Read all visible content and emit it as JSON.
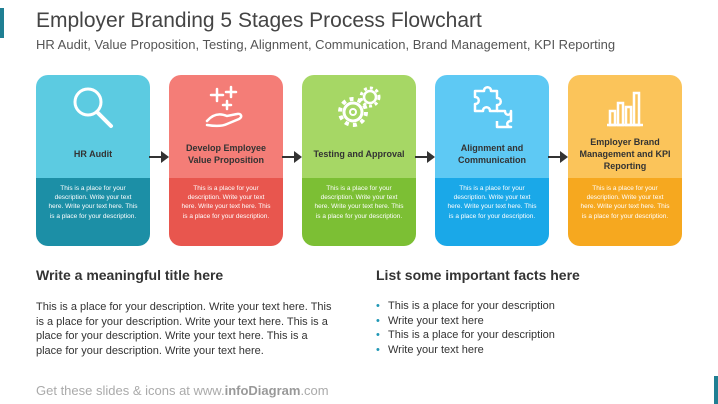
{
  "header": {
    "title": "Employer Branding 5 Stages Process Flowchart",
    "subtitle": "HR Audit, Value Proposition, Testing, Alignment, Communication, Brand Management, KPI Reporting"
  },
  "stages": [
    {
      "name": "HR Audit",
      "icon": "magnifier-icon",
      "top_color": "#5ccbe1",
      "bottom_color": "#1c8fa6",
      "description": "This is a place for your description. Write your text here. Write your text here. This is a place for your description."
    },
    {
      "name": "Develop Employee Value Proposition",
      "icon": "hand-sparkles-icon",
      "top_color": "#f47d77",
      "bottom_color": "#e8564e",
      "description": "This is a place for your description. Write your text here. Write your text here. This is a place for your description."
    },
    {
      "name": "Testing and Approval",
      "icon": "gears-icon",
      "top_color": "#a6d765",
      "bottom_color": "#7cbf34",
      "description": "This is a place for your description. Write your text here. Write your text here. This is a place for your description."
    },
    {
      "name": "Alignment and Communication",
      "icon": "puzzle-icon",
      "top_color": "#5ec9f4",
      "bottom_color": "#1aa8e8",
      "description": "This is a place for your description. Write your text here. Write your text here. This is a place for your description."
    },
    {
      "name": "Employer Brand Management and KPI Reporting",
      "icon": "bar-chart-icon",
      "top_color": "#fbc45a",
      "bottom_color": "#f6a81f",
      "description": "This is a place for your description. Write your text here. Write your text here. This is a place for your description."
    }
  ],
  "left_section": {
    "title": "Write a meaningful title here",
    "text": "This is a place for your description. Write your text here. This is a place for your description. Write your text here. This is a place for your description. Write your text here. This is a place for your description. Write your text here."
  },
  "right_section": {
    "title": "List some important facts here",
    "facts": [
      "This is a place for your description",
      "Write your text here",
      "This is a place for your description",
      "Write your text here"
    ]
  },
  "footer": {
    "prefix": "Get these slides & icons at www.",
    "brand": "infoDiagram",
    "suffix": ".com"
  }
}
